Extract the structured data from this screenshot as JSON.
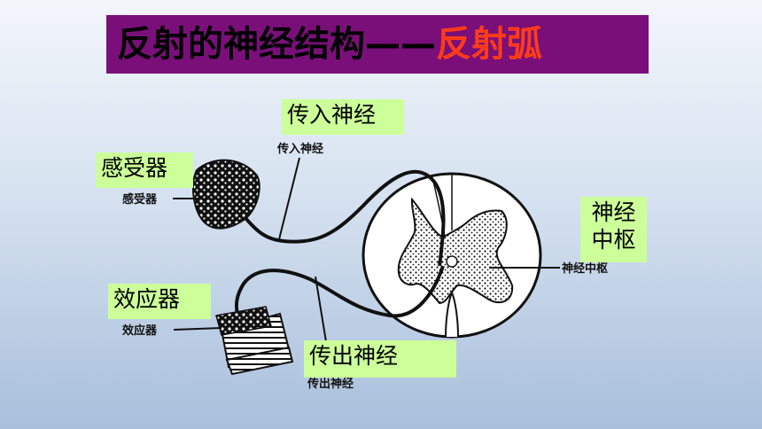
{
  "title": {
    "main": "反射的神经结构——",
    "accent": "反射弧"
  },
  "labels": {
    "afferent": "传入神经",
    "receptor": "感受器",
    "center_line1": "神经",
    "center_line2": "中枢",
    "effector": "效应器",
    "efferent": "传出神经"
  },
  "diagram_labels": {
    "afferent": "传入神经",
    "receptor": "感受器",
    "center": "神经中枢",
    "effector": "效应器",
    "efferent": "传出神经"
  },
  "colors": {
    "title_bg": "#7a0f7a",
    "title_accent": "#ff3b1a",
    "label_bg": "#ccff99"
  }
}
